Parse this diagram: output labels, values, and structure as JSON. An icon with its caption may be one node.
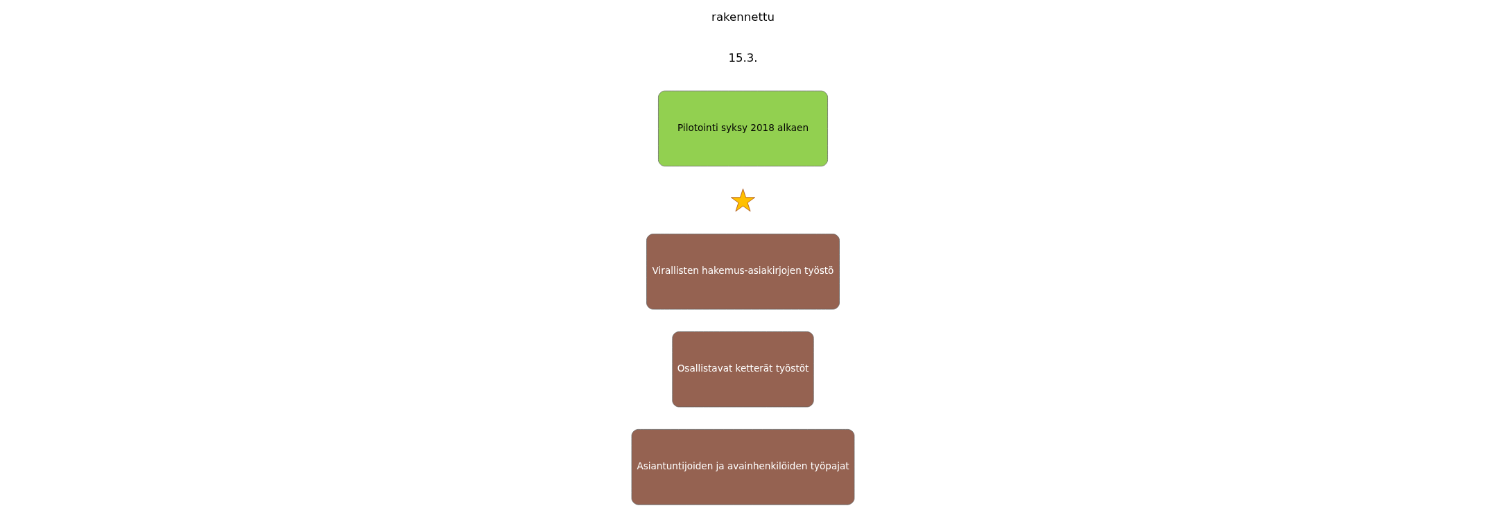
{
  "diagram": {
    "nodes": [
      {
        "text": [
          "Asiantuntijoiden ja avainhenkilöiden työpajat"
        ]
      },
      {
        "text": [
          "Osallistavat ketterät työstöt"
        ]
      },
      {
        "text": [
          "Virallisten hakemus-asiakirjojen työstö"
        ]
      },
      {
        "text": [],
        "shape": "star"
      },
      {
        "text": [
          "Pilotointi syksy 2018 alkaen"
        ]
      }
    ],
    "edges": [],
    "labels": [
      "15.3.",
      "rakennettu"
    ]
  }
}
